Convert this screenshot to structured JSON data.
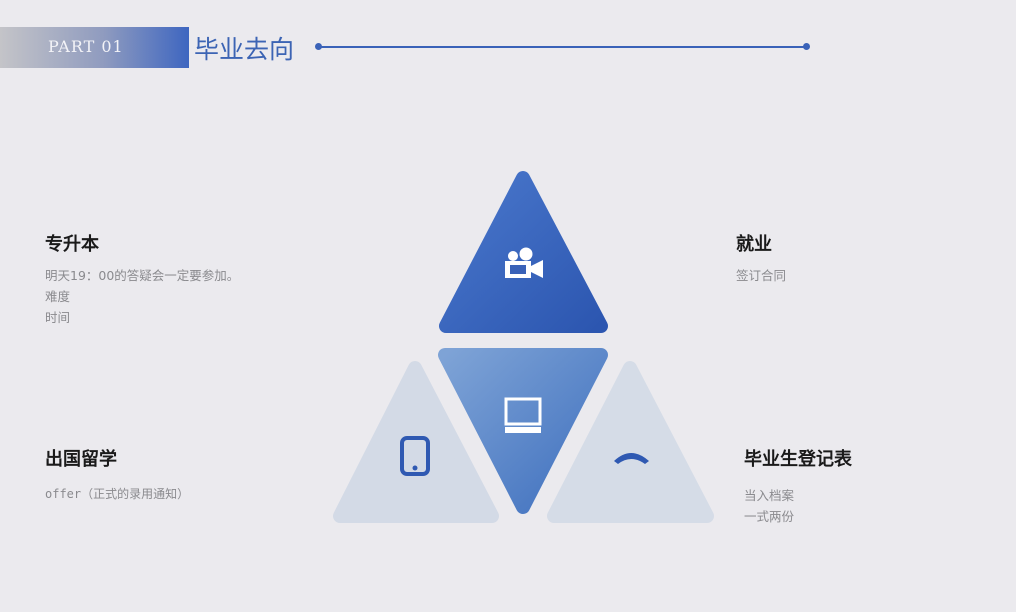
{
  "header": {
    "part_label": "PART 01",
    "title": "毕业去向"
  },
  "items": [
    {
      "title": "专升本",
      "lines": [
        "明天19：00的答疑会一定要参加。",
        "难度",
        "时间"
      ]
    },
    {
      "title": "就业",
      "lines": [
        "签订合同"
      ]
    },
    {
      "title": "出国留学",
      "lines": [
        "offer（正式的录用通知）"
      ]
    },
    {
      "title": "毕业生登记表",
      "lines": [
        "当入档案",
        "一式两份"
      ]
    }
  ],
  "colors": {
    "accent": "#3a62b8",
    "light_tri": "#d3dae6",
    "mid_tri": "#4c7cc4"
  },
  "icons": [
    "video-camera-icon",
    "computer-icon",
    "phone-mobile-icon",
    "telephone-icon"
  ]
}
